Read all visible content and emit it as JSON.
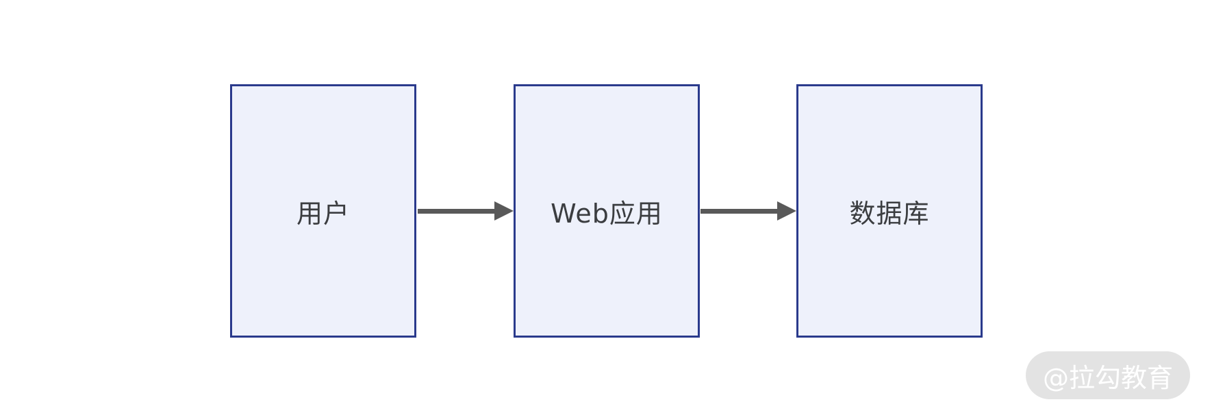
{
  "diagram": {
    "type": "flow",
    "direction": "left-to-right",
    "nodes": [
      {
        "id": "user",
        "label": "用户"
      },
      {
        "id": "web-app",
        "label": "Web应用"
      },
      {
        "id": "database",
        "label": "数据库"
      }
    ],
    "edges": [
      {
        "from": "用户",
        "to": "Web应用",
        "style": "solid-arrow"
      },
      {
        "from": "Web应用",
        "to": "数据库",
        "style": "solid-arrow"
      }
    ],
    "colors": {
      "background": "#ffffff",
      "node_fill": "#eef1fb",
      "node_border": "#2a3a8c",
      "arrow": "#595959",
      "label_text": "#3b3d40"
    }
  },
  "watermark": {
    "text": "@拉勾教育",
    "background": "#e3e3e3",
    "text_color": "#ffffff"
  }
}
